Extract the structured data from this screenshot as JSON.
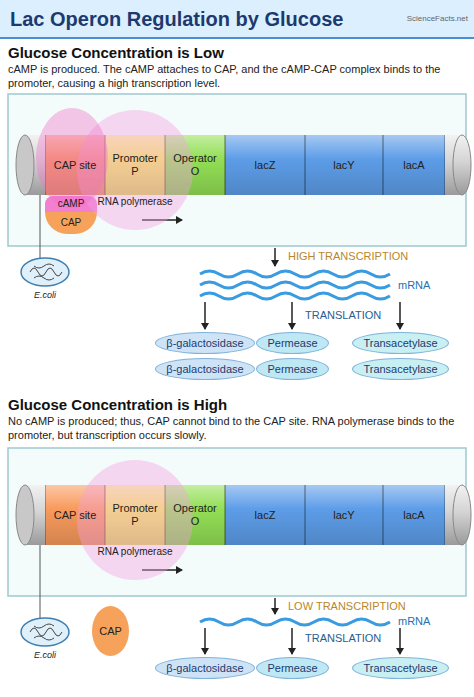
{
  "diagram": {
    "title": "Lac Operon Regulation by Glucose",
    "nodes": [
      {
        "text": [
          "CAP site"
        ]
      },
      {
        "text": [
          "Promoter P"
        ]
      },
      {
        "text": [
          "Operator O"
        ]
      },
      {
        "text": [
          "lacZ"
        ]
      },
      {
        "text": [
          "lacY"
        ]
      },
      {
        "text": [
          "lacA"
        ]
      },
      {
        "text": [
          "cAMP"
        ]
      },
      {
        "text": [
          "CAP"
        ]
      },
      {
        "text": [
          "RNA polymerase"
        ]
      },
      {
        "text": [
          "β-galactosidase"
        ]
      },
      {
        "text": [
          "β-galactosidase"
        ]
      },
      {
        "text": [
          "Permease"
        ]
      },
      {
        "text": [
          "Permease"
        ]
      },
      {
        "text": [
          "Transacetylase"
        ]
      },
      {
        "text": [
          "Transacetylase"
        ]
      },
      {
        "text": [
          "CAP site"
        ]
      },
      {
        "text": [
          "Promoter P"
        ]
      },
      {
        "text": [
          "Operator O"
        ]
      },
      {
        "text": [
          "lacZ"
        ]
      },
      {
        "text": [
          "lacY"
        ]
      },
      {
        "text": [
          "lacA"
        ]
      },
      {
        "text": [
          "RNA polymerase"
        ]
      },
      {
        "text": [
          "CAP"
        ]
      },
      {
        "text": [
          "β-galactosidase"
        ]
      },
      {
        "text": [
          "Permease"
        ]
      },
      {
        "text": [
          "Transacetylase"
        ]
      }
    ],
    "labels": [
      "ScienceFacts.net",
      "Glucose Concentration is Low",
      "cAMP is produced. The cAMP attaches to CAP, and the cAMP-CAP complex binds to the promoter, causing a high transcription level.",
      "HIGH TRANSCRIPTION",
      "mRNA",
      "TRANSLATION",
      "E.coli",
      "Glucose Concentration is High",
      "No cAMP is produced; thus, CAP cannot bind to the CAP site. RNA polymerase binds to the promoter, but transcription occurs slowly.",
      "LOW TRANSCRIPTION",
      "mRNA",
      "TRANSLATION",
      "E.coli"
    ]
  }
}
